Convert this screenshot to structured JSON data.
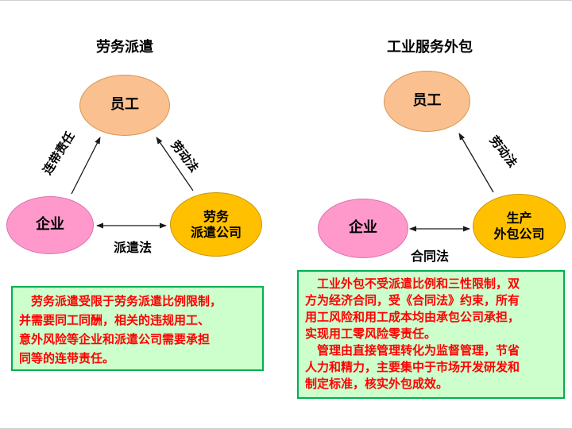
{
  "colors": {
    "employee_fill": "#FAC090",
    "enterprise_fill": "#FF99CC",
    "company_fill": "#FFC000",
    "note_bg": "#CCFFCC",
    "note_border": "#00B050",
    "note_text": "#FF0000",
    "arrow": "#1a1a1a"
  },
  "left_diagram": {
    "title": "劳务派遣",
    "employee_node": "员工",
    "enterprise_node": "企业",
    "company_node": "劳务\n派遣公司",
    "edge_labels": {
      "enterprise_employee": "连带责任",
      "company_employee": "劳动法",
      "enterprise_company": "派遣法"
    },
    "note": "　劳务派遣受限于劳务派遣比例限制，\n并需要同工同酬，相关的违规用工、\n意外风险等企业和派遣公司需要承担\n同等的连带责任。"
  },
  "right_diagram": {
    "title": "工业服务外包",
    "employee_node": "员工",
    "enterprise_node": "企业",
    "company_node": "生产\n外包公司",
    "edge_labels": {
      "company_employee": "劳动法",
      "enterprise_company": "合同法"
    },
    "note": "　工业外包不受派遣比例和三性限制，双\n方为经济合同，受《合同法》约束，所有\n用工风险和用工成本均由承包公司承担，\n实现用工零风险零责任。\n　管理由直接管理转化为监督管理，节省\n人力和精力，主要集中于市场开发研发和\n制定标准，核实外包成效。"
  }
}
